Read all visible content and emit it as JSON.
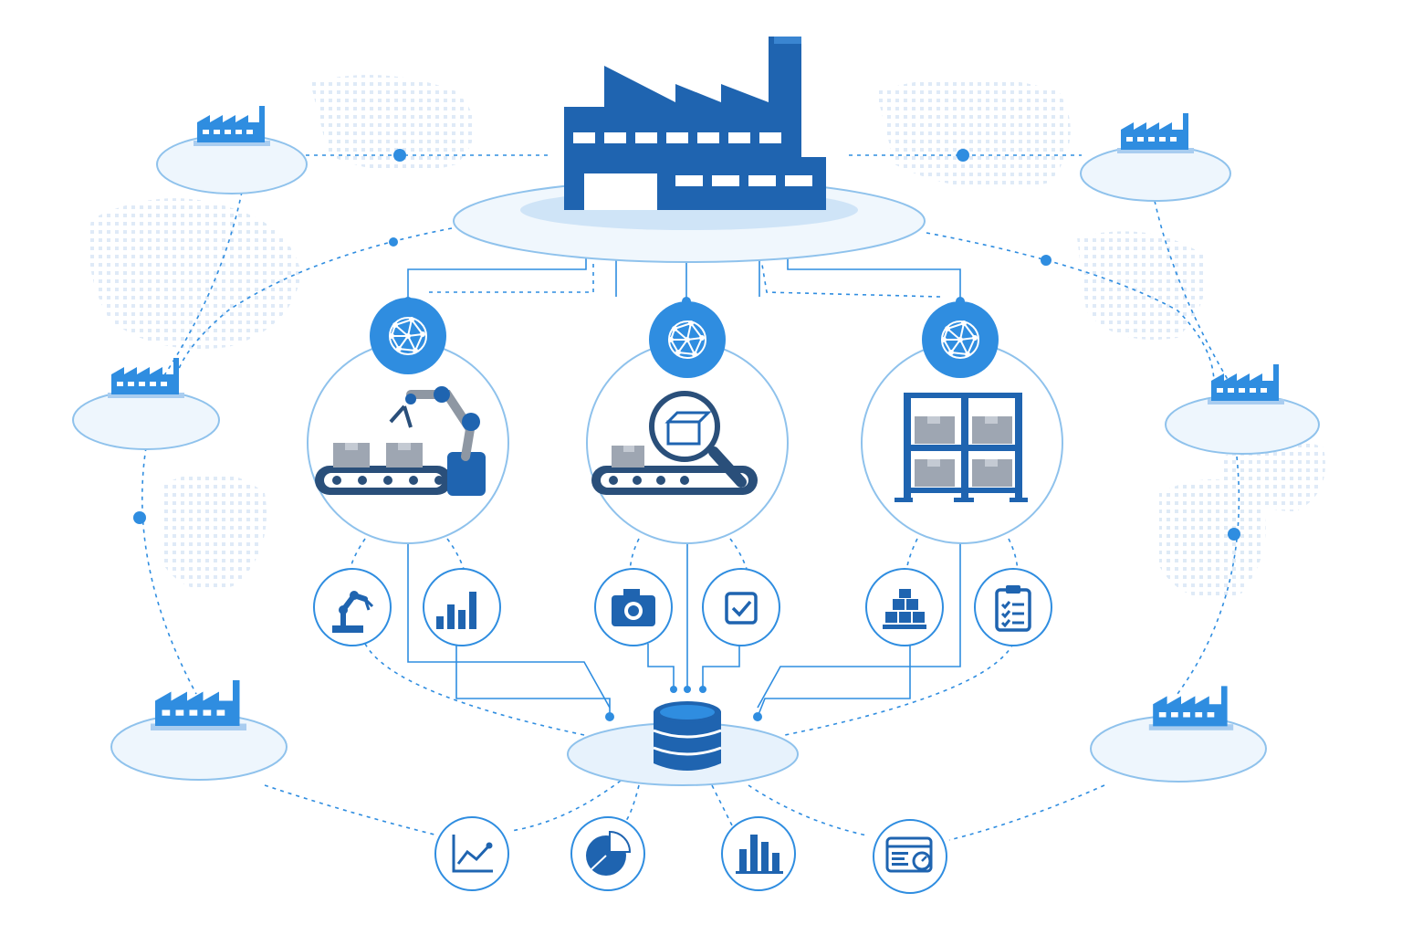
{
  "colors": {
    "primary": "#1f64b0",
    "accent": "#2f8de0",
    "dark": "#2a4f7a",
    "platform": "#e3f0fb",
    "platform_ring": "#8fc2ec",
    "line": "#2f8de0",
    "gray": "#9ea6b2"
  },
  "central_hub": {
    "icon": "factory-icon"
  },
  "data_hub": {
    "icon": "database-icon"
  },
  "satellite_factories": [
    {
      "id": "top-left",
      "icon": "factory-icon"
    },
    {
      "id": "mid-left",
      "icon": "factory-icon"
    },
    {
      "id": "bottom-left",
      "icon": "factory-icon"
    },
    {
      "id": "top-right",
      "icon": "factory-icon"
    },
    {
      "id": "mid-right",
      "icon": "factory-icon"
    },
    {
      "id": "bottom-right",
      "icon": "factory-icon"
    }
  ],
  "process_nodes": [
    {
      "id": "assembly",
      "icon": "robotic-arm-conveyor-icon",
      "badge": "neural-network-icon",
      "sub_icons": [
        "robot-arm-icon",
        "bar-chart-icon"
      ]
    },
    {
      "id": "inspection",
      "icon": "quality-inspection-icon",
      "badge": "neural-network-icon",
      "sub_icons": [
        "camera-icon",
        "checkbox-icon"
      ]
    },
    {
      "id": "warehouse",
      "icon": "warehouse-rack-icon",
      "badge": "neural-network-icon",
      "sub_icons": [
        "stacked-boxes-icon",
        "clipboard-checklist-icon"
      ]
    }
  ],
  "analytics": [
    "line-chart-icon",
    "pie-chart-icon",
    "bar-chart-icon",
    "dashboard-gauge-icon"
  ]
}
